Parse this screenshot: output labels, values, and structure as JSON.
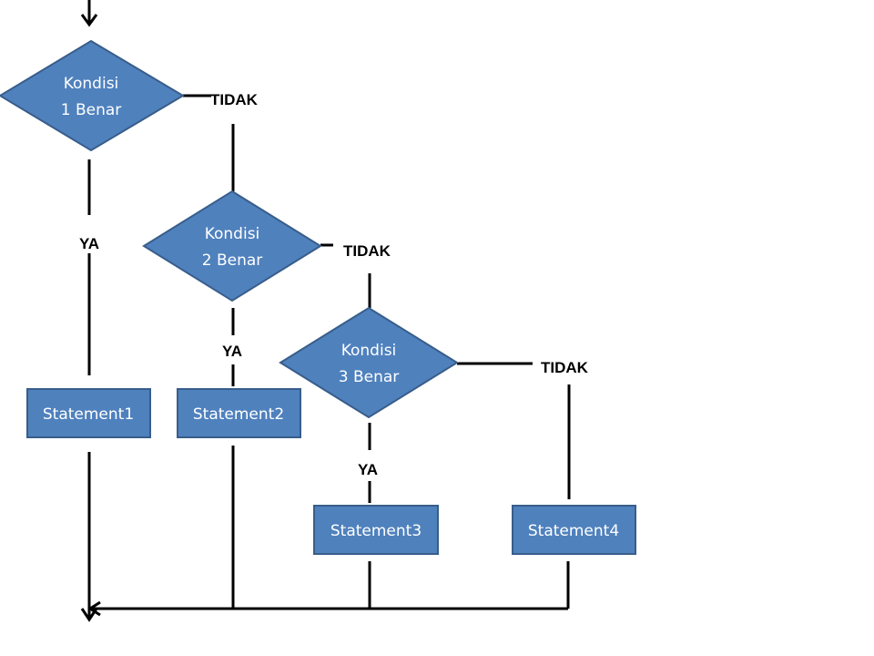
{
  "decisions": [
    {
      "line1": "Kondisi",
      "line2": "1 Benar"
    },
    {
      "line1": "Kondisi",
      "line2": "2 Benar"
    },
    {
      "line1": "Kondisi",
      "line2": "3 Benar"
    }
  ],
  "statements": [
    "Statement1",
    "Statement2",
    "Statement3",
    "Statement4"
  ],
  "labels": {
    "yes": [
      "YA",
      "YA",
      "YA"
    ],
    "no": [
      "TIDAK",
      "TIDAK",
      "TIDAK"
    ]
  },
  "colors": {
    "fill": "#4f81bd",
    "stroke": "#385d8a",
    "line": "#000000"
  }
}
